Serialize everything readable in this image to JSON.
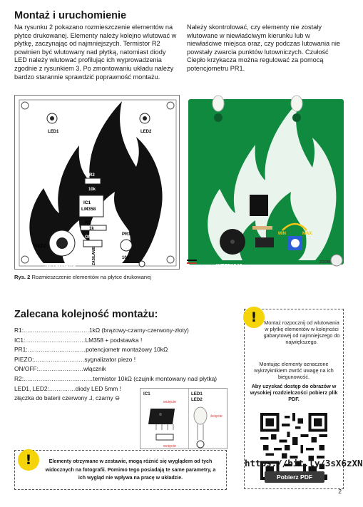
{
  "header": {
    "title": "Montaż i uruchomienie",
    "left_paragraph": "Na rysunku 2 pokazano rozmieszczenie elementów na płytce drukowanej. Elementy należy kolejno wlutować w płytkę, zaczynając od najmniejszych. Termistor R2 powinien być wlutowany nad płytką, natomiast diody LED należy wlutować profilując ich wyprowadzenia zgodnie z rysunkiem 3. Po zmontowaniu układu należy bardzo starannie sprawdzić poprawność montażu.",
    "right_paragraph": "Należy skontrolować, czy elementy nie zostały wlutowane w niewłaściwym kierunku lub w niewłaściwe miejsca oraz, czy podczas lutowania nie powstały zwarcia punktów lutowniczych. Czułość Ciepło krzykacza można regulować za pomocą  potencjometru PR1."
  },
  "pcb_labels": {
    "led1": "LED1",
    "led2": "LED2",
    "r2": "R2",
    "r2_val": "10k",
    "ic1": "IC1",
    "ic1_name": "LM358",
    "r1": "R1",
    "r1_val": "1k",
    "onoff": "ON/OFF",
    "pr1": "PR1",
    "pr1_val": "10k",
    "piezo": "PIEZO",
    "power": "ZASILANIE",
    "brand": "AVTEDU649",
    "min": "MIN",
    "max": "MAX",
    "zoom": "ZOOM"
  },
  "figure": {
    "caption_bold": "Rys. 2",
    "caption_text": " Rozmieszczenie elementów na płytce drukowanej"
  },
  "assembly": {
    "title": "Zalecana kolejność montażu:",
    "rows": [
      {
        "key": "R1:",
        "dots": "...................................",
        "value": "1kΩ    (brązowy-czarny-czerwony-złoty)"
      },
      {
        "key": "IC1:",
        "dots": "................................",
        "value": "LM358 + podstawka !"
      },
      {
        "key": "PR1:",
        "dots": "...............................",
        "value": "potencjometr montażowy 10kΩ"
      },
      {
        "key": "PIEZO:",
        "dots": "...........................",
        "value": "sygnalizator piezo !"
      },
      {
        "key": "ON/OFF:",
        "dots": "........................",
        "value": "włącznik"
      },
      {
        "key": "R2:",
        "dots": ".....................................",
        "value": "termistor 10kΩ (czujnik montowany nad płytką)"
      },
      {
        "key": "LED1, LED2:",
        "dots": "..............",
        "value": "diody LED 5mm !"
      }
    ],
    "wire_note": "złączka do baterii czerwony ⅃, czarny ⊖"
  },
  "diagram": {
    "ic1_label": "IC1",
    "led_label_1": "LED1",
    "led_label_2": "LED2",
    "notch_label": "wcięcie",
    "notch_label_2": "wcięcie",
    "bevel_label": "ścięcie"
  },
  "warning": {
    "text": "Elementy otrzymane w zestawie, mogą różnić się wyglądem od tych widocznych na fotografii. Pomimo tego posiadają te same parametry, a ich wygląd nie wpływa na pracę w układzie."
  },
  "right_box": {
    "p1": "Montaż rozpocznij od wlutowania w płytkę elementów w kolejności gabarytowej od najmniejszego do największego.",
    "p2": "Montując elementy oznaczone wykrzyknikiem zwróć uwagę na ich biegunowość.",
    "p3": "Aby uzyskać dostęp do obrazów w wysokiej rozdzielczości pobierz plik PDF.",
    "url": "https://bit.ly/3sX6zXN",
    "button": "Pobierz PDF"
  },
  "footer": {
    "page": "2"
  },
  "colors": {
    "pcb_green": "#0f8a3e",
    "warn_yellow": "#f5d40a",
    "silk": "#ffffff"
  }
}
